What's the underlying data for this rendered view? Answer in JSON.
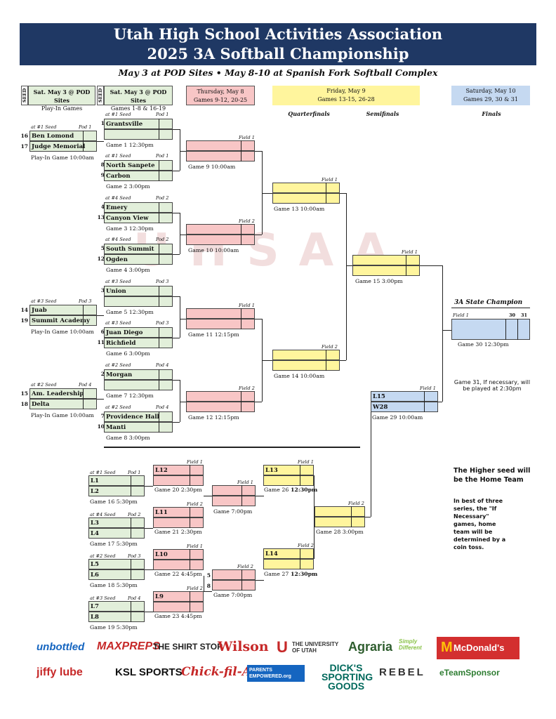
{
  "header": {
    "line1": "Utah High School Activities Association",
    "line2": "2025 3A Softball Championship",
    "subtitle": "May 3 at POD Sites  •  May 8-10 at Spanish Fork Softball Complex"
  },
  "seed_label": "SEED",
  "columns": [
    {
      "l1": "Sat. May 3 @ POD Sites",
      "l2": "Play-In Games"
    },
    {
      "l1": "Sat. May 3 @ POD Sites",
      "l2": "Games 1-8 & 16-19"
    },
    {
      "l1": "Thursday, May 8",
      "l2": "Games 9-12, 20-25"
    },
    {
      "l1": "Friday, May 9",
      "l2": "Games 13-15, 26-28"
    },
    {
      "l1": "Saturday, May 10",
      "l2": "Games 29, 30 & 31"
    }
  ],
  "rounds": {
    "qf": "Quarterfinals",
    "sf": "Semifinals",
    "f": "Finals"
  },
  "watermark": "UHSAA",
  "playin": [
    {
      "seedline": "at #1 Seed",
      "pod": "Pod 1",
      "s1": "16",
      "t1": "Ben Lomond",
      "s2": "17",
      "t2": "Judge Memorial",
      "cap": "Play-In Game  10:00am"
    },
    {
      "seedline": "at #3 Seed",
      "pod": "Pod 3",
      "s1": "14",
      "t1": "Juab",
      "s2": "19",
      "t2": "Summit Academy",
      "cap": "Play-In Game  10:00am"
    },
    {
      "seedline": "at #2 Seed",
      "pod": "Pod 4",
      "s1": "15",
      "t1": "Am. Leadership",
      "s2": "18",
      "t2": "Delta",
      "cap": "Play-In Game  10:00am"
    }
  ],
  "first_round": [
    {
      "seedline": "at #1 Seed",
      "pod": "Pod 1",
      "s1": "1",
      "t1": "Grantsville",
      "s2": "",
      "t2": "",
      "cap": "Game 1    12:30pm"
    },
    {
      "seedline": "at #1 Seed",
      "pod": "Pod 1",
      "s1": "8",
      "t1": "North Sanpete",
      "s2": "9",
      "t2": "Carbon",
      "cap": "Game 2    3:00pm"
    },
    {
      "seedline": "at #4 Seed",
      "pod": "Pod 2",
      "s1": "4",
      "t1": "Emery",
      "s2": "13",
      "t2": "Canyon View",
      "cap": "Game 3    12:30pm"
    },
    {
      "seedline": "at #4 Seed",
      "pod": "Pod 2",
      "s1": "5",
      "t1": "South Summit",
      "s2": "12",
      "t2": "Ogden",
      "cap": "Game 4    3:00pm"
    },
    {
      "seedline": "at #3 Seed",
      "pod": "Pod 3",
      "s1": "3",
      "t1": "Union",
      "s2": "",
      "t2": "",
      "cap": "Game 5    12:30pm"
    },
    {
      "seedline": "at #3 Seed",
      "pod": "Pod 3",
      "s1": "6",
      "t1": "Juan Diego",
      "s2": "11",
      "t2": "Richfield",
      "cap": "Game 6    3:00pm"
    },
    {
      "seedline": "at #2 Seed",
      "pod": "Pod 4",
      "s1": "2",
      "t1": "Morgan",
      "s2": "",
      "t2": "",
      "cap": "Game 7    12:30pm"
    },
    {
      "seedline": "at #2 Seed",
      "pod": "Pod 4",
      "s1": "7",
      "t1": "Providence Hall",
      "s2": "10",
      "t2": "Manti",
      "cap": "Game 8    3:00pm"
    }
  ],
  "qf": [
    {
      "field": "Field 1",
      "cap": "Game 9      10:00am"
    },
    {
      "field": "Field 2",
      "cap": "Game 10     10:00am"
    },
    {
      "field": "Field 1",
      "cap": "Game 11     12:15pm"
    },
    {
      "field": "Field 2",
      "cap": "Game 12     12:15pm"
    }
  ],
  "sf": [
    {
      "field": "Field 1",
      "cap": "Game 13   10:00am"
    },
    {
      "field": "Field 2",
      "cap": "Game 14    10:00am"
    }
  ],
  "g15": {
    "field": "Field 1",
    "cap": "Game 15   3:00pm"
  },
  "champion": {
    "label": "3A State Champion",
    "field": "Field 1",
    "c30": "30",
    "c31": "31",
    "cap": "Game 30      12:30pm"
  },
  "g31_note": "Game 31, If necessary, will be played at 2:30pm",
  "g29": {
    "field": "Field 1",
    "t1": "L15",
    "t2": "W28",
    "cap": "Game 29     10:00am"
  },
  "consolation_first": [
    {
      "seedline": "at #1 Seed",
      "pod": "Pod 1",
      "t1": "L1",
      "t2": "L2",
      "cap": "Game 16      5:30pm"
    },
    {
      "seedline": "at #4 Seed",
      "pod": "Pod 2",
      "t1": "L3",
      "t2": "L4",
      "cap": "Game 17      5:30pm"
    },
    {
      "seedline": "at #2 Seed",
      "pod": "Pod 3",
      "t1": "L5",
      "t2": "L6",
      "cap": "Game 18      5:30pm"
    },
    {
      "seedline": "at #3 Seed",
      "pod": "Pod 4",
      "t1": "L7",
      "t2": "L8",
      "cap": "Game 19      5:30pm"
    }
  ],
  "consolation_second": [
    {
      "field": "Field 1",
      "t1": "L12",
      "cap": "Game 20  2:30pm"
    },
    {
      "field": "Field 2",
      "t1": "L11",
      "cap": "Game 21  2:30pm"
    },
    {
      "field": "Field 1",
      "t1": "L10",
      "cap": "Game 22  4:45pm"
    },
    {
      "field": "Field 2",
      "t1": "L9",
      "cap": "Game 23  4:45pm"
    }
  ],
  "g24": {
    "field": "Field 1",
    "cap": "Game  7:00pm"
  },
  "g25": {
    "field": "Field 2",
    "cap": "Game  7:00pm",
    "n1": "5",
    "n2": "8"
  },
  "g26": {
    "field": "Field 1",
    "t1": "L13",
    "cap": "Game 26",
    "time": "12:30pm"
  },
  "g27": {
    "field": "Field 2",
    "t1": "L14",
    "cap": "Game 27",
    "time": "12:30pm"
  },
  "g28": {
    "field": "Field 2",
    "cap": "Game 28     3:00pm"
  },
  "notes": {
    "higher": "The Higher seed will be the Home Team",
    "series": "In best of three series, the \"If Necessary\" games, home team will be determined by a coin toss."
  },
  "sponsors_row1": [
    "unbottled",
    "MAXPREPS",
    "THE SHIRT STOP",
    "Wilson",
    "THE UNIVERSITY OF UTAH",
    "Agraria",
    "Simply Different",
    "McDonald's"
  ],
  "sponsors_row2": [
    "jiffy lube",
    "KSL SPORTS",
    "Chick-fil-A",
    "PARENTS EMPOWERED.org",
    "DICK'S SPORTING GOODS",
    "REBEL",
    "eTeamSponsor"
  ],
  "colors": {
    "navy": "#1f3864",
    "green": "#e2efda",
    "red": "#f8c6c6",
    "yellow": "#fff59d",
    "blue": "#c5d9f1"
  }
}
